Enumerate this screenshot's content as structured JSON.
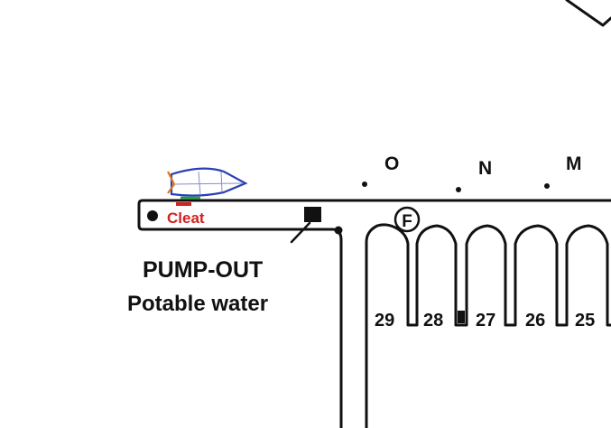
{
  "row_letters": [
    "O",
    "N",
    "M"
  ],
  "fuel_symbol": "F",
  "cleat": {
    "label": "Cleat",
    "color": "#d2221f"
  },
  "pump_out": {
    "line1": "PUMP-OUT",
    "line2": "Potable water"
  },
  "slips": [
    "29",
    "28",
    "27",
    "26",
    "25"
  ],
  "boat": {
    "hull_color": "#2b3fb5",
    "accent_color": "#e07a1f",
    "mooring_color": "#18a83a"
  }
}
